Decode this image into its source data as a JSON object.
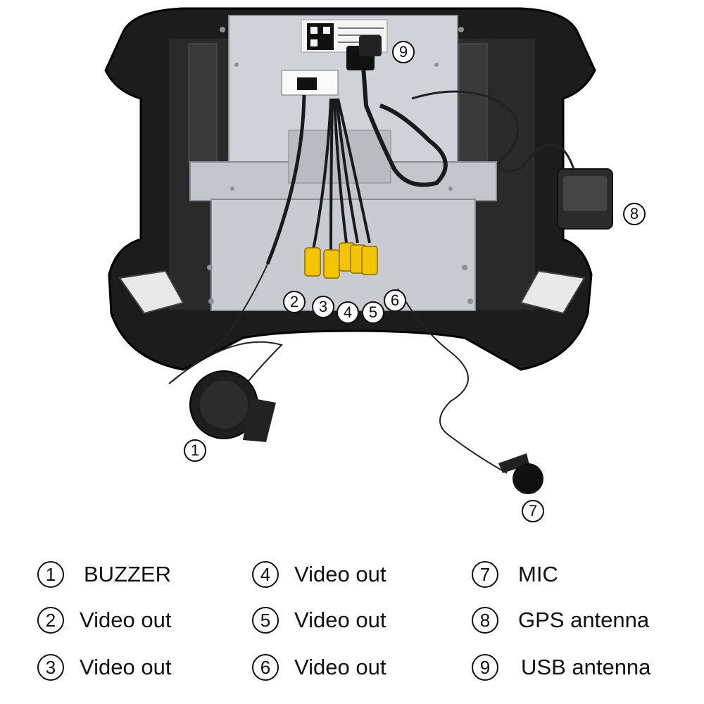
{
  "callouts": [
    "1",
    "2",
    "3",
    "4",
    "5",
    "6",
    "7",
    "8",
    "9"
  ],
  "legend": [
    {
      "num": "1",
      "label": "BUZZER"
    },
    {
      "num": "2",
      "label": "Video out"
    },
    {
      "num": "3",
      "label": "Video out"
    },
    {
      "num": "4",
      "label": "Video out"
    },
    {
      "num": "5",
      "label": "Video out"
    },
    {
      "num": "6",
      "label": "Video out"
    },
    {
      "num": "7",
      "label": "MIC"
    },
    {
      "num": "8",
      "label": "GPS antenna"
    },
    {
      "num": "9",
      "label": "USB antenna"
    }
  ],
  "colors": {
    "frame": "#1c1c1c",
    "panel": "#cfd2d6",
    "rca_yellow": "#f2c500",
    "cable": "#1a1a1a"
  }
}
